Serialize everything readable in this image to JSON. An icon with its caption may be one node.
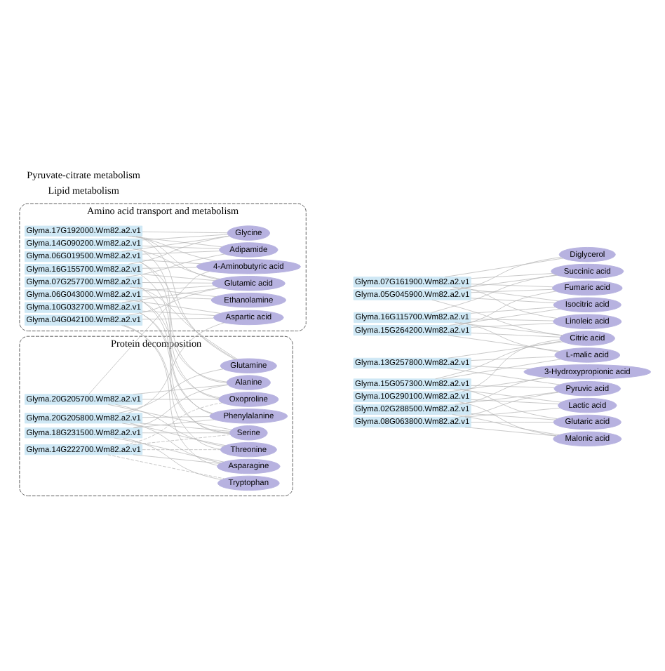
{
  "diagram": {
    "nodes": [
      {
        "text": [
          "Amino acid transport and metabolism"
        ]
      },
      {
        "text": [
          "Protein decomposition"
        ]
      },
      {
        "text": [
          "Aspartic acid"
        ],
        "in": 0
      },
      {
        "text": [
          "Ethanolamine"
        ],
        "in": 0
      },
      {
        "text": [
          "Glyma.06G043000.Wm82.a2.v1"
        ],
        "in": 0
      },
      {
        "text": [
          "Glyma.04G042100.Wm82.a2.v1"
        ],
        "in": 0
      },
      {
        "text": [
          "Adipamide"
        ],
        "in": 0
      },
      {
        "text": [
          "Glyma.07G257700.Wm82.a2.v1"
        ],
        "in": 0
      },
      {
        "text": [
          "Glyma.14G090200.Wm82.a2.v1"
        ],
        "in": 0
      },
      {
        "text": [
          "Glyma.10G032700.Wm82.a2.v1"
        ],
        "in": 0
      },
      {
        "text": [
          "Glycine"
        ],
        "in": 0
      },
      {
        "text": [
          "Glyma.17G192000.Wm82.a2.v1"
        ],
        "in": 0
      },
      {
        "text": [
          "Glyma.16G155700.Wm82.a2.v1"
        ],
        "in": 0
      },
      {
        "text": [
          "Glyma.06G019500.Wm82.a2.v1"
        ],
        "in": 0
      },
      {
        "text": [
          "Glutamic acid"
        ],
        "in": 0
      },
      {
        "text": [
          "4-Aminobutyric acid"
        ],
        "in": 0
      },
      {
        "text": [
          "Glyma.20G205800.Wm82.a2.v1"
        ],
        "in": 1
      },
      {
        "text": [
          "Threonine"
        ],
        "in": 1
      },
      {
        "text": [
          "Asparagine"
        ],
        "in": 1
      },
      {
        "text": [
          "Glyma.14G222700.Wm82.a2.v1"
        ],
        "in": 1
      },
      {
        "text": [
          "Tryptophan"
        ],
        "in": 1
      },
      {
        "text": [
          "Glyma.18G231500.Wm82.a2.v1"
        ],
        "in": 1
      },
      {
        "text": [
          "Serine"
        ],
        "in": 1
      },
      {
        "text": [
          "Alanine"
        ],
        "in": 1
      },
      {
        "text": [
          "Glyma.20G205700.Wm82.a2.v1"
        ],
        "in": 1
      },
      {
        "text": [
          "Glutamine"
        ],
        "in": 1
      },
      {
        "text": [
          "Oxoproline"
        ],
        "in": 1
      },
      {
        "text": [
          "Phenylalanine"
        ],
        "in": 1
      },
      {
        "text": [
          "Isocitric acid"
        ]
      },
      {
        "text": [
          "Pyruvic acid"
        ]
      },
      {
        "text": [
          "Succinic acid"
        ]
      },
      {
        "text": [
          "L-malic acid"
        ]
      },
      {
        "text": [
          "Lactic acid"
        ]
      },
      {
        "text": [
          "Glyma.16G115700.Wm82.a2.v1"
        ]
      },
      {
        "text": [
          "Glyma.15G057300.Wm82.a2.v1"
        ]
      },
      {
        "text": [
          "Glyma.15G264200.Wm82.a2.v1"
        ]
      },
      {
        "text": [
          "Glyma.08G063800.Wm82.a2.v1"
        ]
      },
      {
        "text": [
          "Glutaric acid"
        ]
      },
      {
        "text": [
          "Linoleic acid"
        ]
      },
      {
        "text": [
          "Glyma.07G161900.Wm82.a2.v1"
        ]
      },
      {
        "text": [
          "Glyma.13G257800.Wm82.a2.v1"
        ]
      },
      {
        "text": [
          "Glyma.02G288500.Wm82.a2.v1"
        ]
      },
      {
        "text": [
          "Glyma.05G045900.Wm82.a2.v1"
        ]
      },
      {
        "text": [
          "Glyma.10G290100.Wm82.a2.v1"
        ]
      },
      {
        "text": [
          "3-Hydroxypropionic acid"
        ]
      },
      {
        "text": [
          "Fumaric acid"
        ]
      },
      {
        "text": [
          "Citric acid"
        ]
      },
      {
        "text": [
          "Diglycerol"
        ]
      },
      {
        "text": [
          "Malonic acid"
        ]
      }
    ],
    "edges": [
      {
        "from": 4,
        "to": 2,
        "arrow": "none"
      },
      {
        "from": 4,
        "to": 3,
        "arrow": "none"
      },
      {
        "from": 4,
        "to": 14,
        "arrow": "none"
      },
      {
        "from": 4,
        "to": 17,
        "arrow": "none"
      },
      {
        "from": 4,
        "to": 23,
        "arrow": "none"
      },
      {
        "from": 5,
        "to": 2,
        "arrow": "none"
      },
      {
        "from": 5,
        "to": 18,
        "arrow": "none"
      },
      {
        "from": 5,
        "to": 22,
        "arrow": "none"
      },
      {
        "from": 5,
        "to": 14,
        "arrow": "none"
      },
      {
        "from": 7,
        "to": 3,
        "arrow": "none"
      },
      {
        "from": 7,
        "to": 6,
        "arrow": "none"
      },
      {
        "from": 7,
        "to": 14,
        "arrow": "none"
      },
      {
        "from": 7,
        "to": 22,
        "arrow": "none"
      },
      {
        "from": 7,
        "to": 25,
        "arrow": "none"
      },
      {
        "from": 8,
        "to": 6,
        "arrow": "none"
      },
      {
        "from": 8,
        "to": 10,
        "arrow": "none"
      },
      {
        "from": 8,
        "to": 14,
        "arrow": "none"
      },
      {
        "from": 8,
        "to": 23,
        "arrow": "none"
      },
      {
        "from": 9,
        "to": 2,
        "arrow": "none"
      },
      {
        "from": 9,
        "to": 14,
        "arrow": "none"
      },
      {
        "from": 9,
        "to": 26,
        "arrow": "none"
      },
      {
        "from": 9,
        "to": 27,
        "arrow": "none"
      },
      {
        "from": 11,
        "to": 6,
        "arrow": "none"
      },
      {
        "from": 11,
        "to": 10,
        "arrow": "none"
      },
      {
        "from": 11,
        "to": 14,
        "arrow": "none"
      },
      {
        "from": 11,
        "to": 25,
        "arrow": "none"
      },
      {
        "from": 11,
        "to": 15,
        "arrow": "none"
      },
      {
        "from": 12,
        "to": 10,
        "arrow": "none"
      },
      {
        "from": 12,
        "to": 14,
        "arrow": "none"
      },
      {
        "from": 12,
        "to": 27,
        "arrow": "none"
      },
      {
        "from": 12,
        "to": 15,
        "arrow": "none"
      },
      {
        "from": 13,
        "to": 6,
        "arrow": "none"
      },
      {
        "from": 13,
        "to": 10,
        "arrow": "none"
      },
      {
        "from": 13,
        "to": 15,
        "arrow": "none"
      },
      {
        "from": 13,
        "to": 25,
        "arrow": "none"
      },
      {
        "from": 13,
        "to": 26,
        "arrow": "none"
      },
      {
        "from": 16,
        "to": 2,
        "arrow": "none"
      },
      {
        "from": 16,
        "to": 17,
        "arrow": "none"
      },
      {
        "from": 16,
        "to": 18,
        "arrow": "none"
      },
      {
        "from": 16,
        "to": 22,
        "arrow": "none"
      },
      {
        "from": 16,
        "to": 25,
        "arrow": "none"
      },
      {
        "from": 16,
        "to": 27,
        "arrow": "none"
      },
      {
        "from": 19,
        "to": 17,
        "arrow": "none",
        "style": "dashed"
      },
      {
        "from": 19,
        "to": 18,
        "arrow": "none"
      },
      {
        "from": 19,
        "to": 20,
        "arrow": "none",
        "style": "dashed"
      },
      {
        "from": 19,
        "to": 22,
        "arrow": "none",
        "style": "dashed"
      },
      {
        "from": 19,
        "to": 26,
        "arrow": "none",
        "style": "dashed"
      },
      {
        "from": 21,
        "to": 18,
        "arrow": "none"
      },
      {
        "from": 21,
        "to": 20,
        "arrow": "none"
      },
      {
        "from": 21,
        "to": 22,
        "arrow": "none"
      },
      {
        "from": 21,
        "to": 23,
        "arrow": "none"
      },
      {
        "from": 21,
        "to": 27,
        "arrow": "none"
      },
      {
        "from": 24,
        "to": 17,
        "arrow": "none"
      },
      {
        "from": 24,
        "to": 22,
        "arrow": "none"
      },
      {
        "from": 24,
        "to": 23,
        "arrow": "none"
      },
      {
        "from": 24,
        "to": 26,
        "arrow": "none"
      },
      {
        "from": 24,
        "to": 15,
        "arrow": "none"
      },
      {
        "from": 33,
        "to": 28,
        "arrow": "none"
      },
      {
        "from": 33,
        "to": 30,
        "arrow": "none"
      },
      {
        "from": 33,
        "to": 31,
        "arrow": "none"
      },
      {
        "from": 33,
        "to": 38,
        "arrow": "none"
      },
      {
        "from": 33,
        "to": 46,
        "arrow": "none"
      },
      {
        "from": 34,
        "to": 29,
        "arrow": "none"
      },
      {
        "from": 34,
        "to": 31,
        "arrow": "none"
      },
      {
        "from": 34,
        "to": 32,
        "arrow": "none"
      },
      {
        "from": 34,
        "to": 37,
        "arrow": "none"
      },
      {
        "from": 34,
        "to": 46,
        "arrow": "none"
      },
      {
        "from": 35,
        "to": 28,
        "arrow": "none"
      },
      {
        "from": 35,
        "to": 31,
        "arrow": "none"
      },
      {
        "from": 35,
        "to": 38,
        "arrow": "none"
      },
      {
        "from": 35,
        "to": 45,
        "arrow": "none"
      },
      {
        "from": 35,
        "to": 46,
        "arrow": "none"
      },
      {
        "from": 36,
        "to": 29,
        "arrow": "none"
      },
      {
        "from": 36,
        "to": 32,
        "arrow": "none"
      },
      {
        "from": 36,
        "to": 37,
        "arrow": "none"
      },
      {
        "from": 36,
        "to": 48,
        "arrow": "none"
      },
      {
        "from": 39,
        "to": 28,
        "arrow": "none"
      },
      {
        "from": 39,
        "to": 30,
        "arrow": "none"
      },
      {
        "from": 39,
        "to": 38,
        "arrow": "none"
      },
      {
        "from": 39,
        "to": 45,
        "arrow": "none"
      },
      {
        "from": 39,
        "to": 47,
        "arrow": "none"
      },
      {
        "from": 40,
        "to": 29,
        "arrow": "none"
      },
      {
        "from": 40,
        "to": 31,
        "arrow": "none"
      },
      {
        "from": 40,
        "to": 46,
        "arrow": "none"
      },
      {
        "from": 40,
        "to": 44,
        "arrow": "none"
      },
      {
        "from": 41,
        "to": 29,
        "arrow": "none"
      },
      {
        "from": 41,
        "to": 37,
        "arrow": "none"
      },
      {
        "from": 41,
        "to": 44,
        "arrow": "none"
      },
      {
        "from": 41,
        "to": 48,
        "arrow": "none"
      },
      {
        "from": 42,
        "to": 30,
        "arrow": "none"
      },
      {
        "from": 42,
        "to": 45,
        "arrow": "none"
      },
      {
        "from": 42,
        "to": 46,
        "arrow": "none"
      },
      {
        "from": 42,
        "to": 47,
        "arrow": "none"
      },
      {
        "from": 42,
        "to": 28,
        "arrow": "none"
      },
      {
        "from": 43,
        "to": 32,
        "arrow": "none"
      },
      {
        "from": 43,
        "to": 46,
        "arrow": "none"
      },
      {
        "from": 43,
        "to": 48,
        "arrow": "none"
      },
      {
        "from": 43,
        "to": 44,
        "arrow": "none"
      }
    ],
    "labels": [
      "Lipid metabolism",
      "Pyruvate-citrate metabolism"
    ]
  }
}
